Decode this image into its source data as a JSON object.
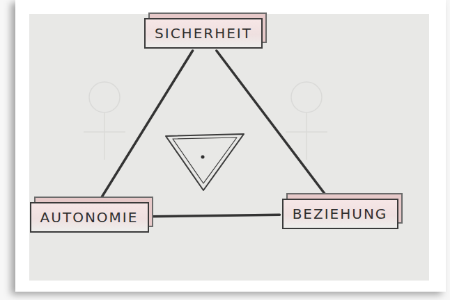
{
  "diagram": {
    "nodes": [
      {
        "text": [
          "SICHERHEIT"
        ]
      },
      {
        "text": [
          "AUTONOMIE"
        ]
      },
      {
        "text": [
          "BEZIEHUNG"
        ]
      }
    ],
    "edges": [
      {
        "from": 0,
        "to": 1,
        "arrow": "none"
      },
      {
        "from": 0,
        "to": 2,
        "arrow": "none"
      },
      {
        "from": 1,
        "to": 2,
        "arrow": "none"
      }
    ]
  }
}
